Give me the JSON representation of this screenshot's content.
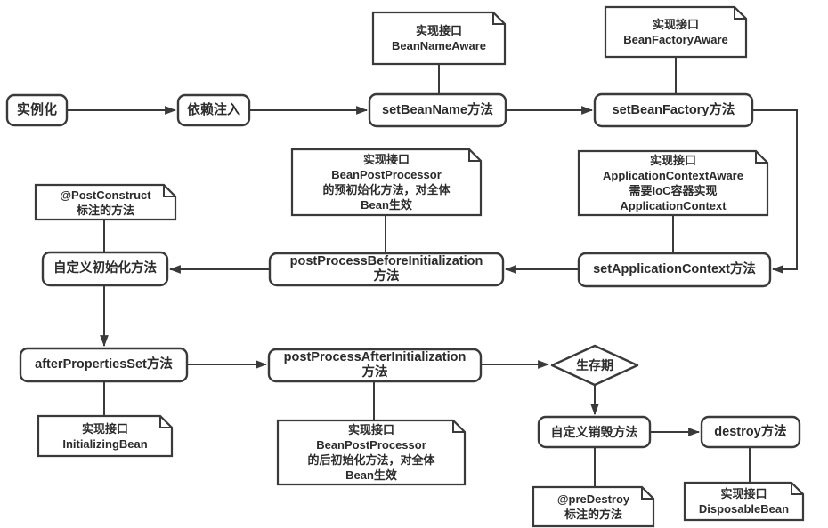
{
  "diagram": {
    "title": "Spring Bean lifecycle flowchart",
    "colors": {
      "stroke": "#3a3a3a",
      "text": "#2b2b2b",
      "background": "#ffffff"
    },
    "nodes": {
      "instantiate": {
        "label": "实例化"
      },
      "dependency_injection": {
        "label": "依赖注入"
      },
      "set_bean_name": {
        "label": "setBeanName方法"
      },
      "set_bean_factory": {
        "label": "setBeanFactory方法"
      },
      "set_application_context": {
        "label": "setApplicationContext方法"
      },
      "post_process_before_init": {
        "label": "postProcessBeforeInitialization\n方法"
      },
      "custom_init": {
        "label": "自定义初始化方法"
      },
      "after_properties_set": {
        "label": "afterPropertiesSet方法"
      },
      "post_process_after_init": {
        "label": "postProcessAfterInitialization\n方法"
      },
      "lifetime": {
        "label": "生存期"
      },
      "custom_destroy": {
        "label": "自定义销毁方法"
      },
      "destroy": {
        "label": "destroy方法"
      },
      "note_bean_name_aware": {
        "label": "实现接口\nBeanNameAware"
      },
      "note_bean_factory_aware": {
        "label": "实现接口\nBeanFactoryAware"
      },
      "note_application_context_aware": {
        "label": "实现接口\nApplicationContextAware\n需要IoC容器实现\nApplicationContext"
      },
      "note_bpp_pre": {
        "label": "实现接口\nBeanPostProcessor\n的预初始化方法，对全体\nBean生效"
      },
      "note_post_construct": {
        "label": "@PostConstruct\n标注的方法"
      },
      "note_initializing_bean": {
        "label": "实现接口\nInitializingBean"
      },
      "note_bpp_post": {
        "label": "实现接口\nBeanPostProcessor\n的后初始化方法，对全体\nBean生效"
      },
      "note_pre_destroy": {
        "label": "@preDestroy\n标注的方法"
      },
      "note_disposable_bean": {
        "label": "实现接口\nDisposableBean"
      }
    }
  }
}
